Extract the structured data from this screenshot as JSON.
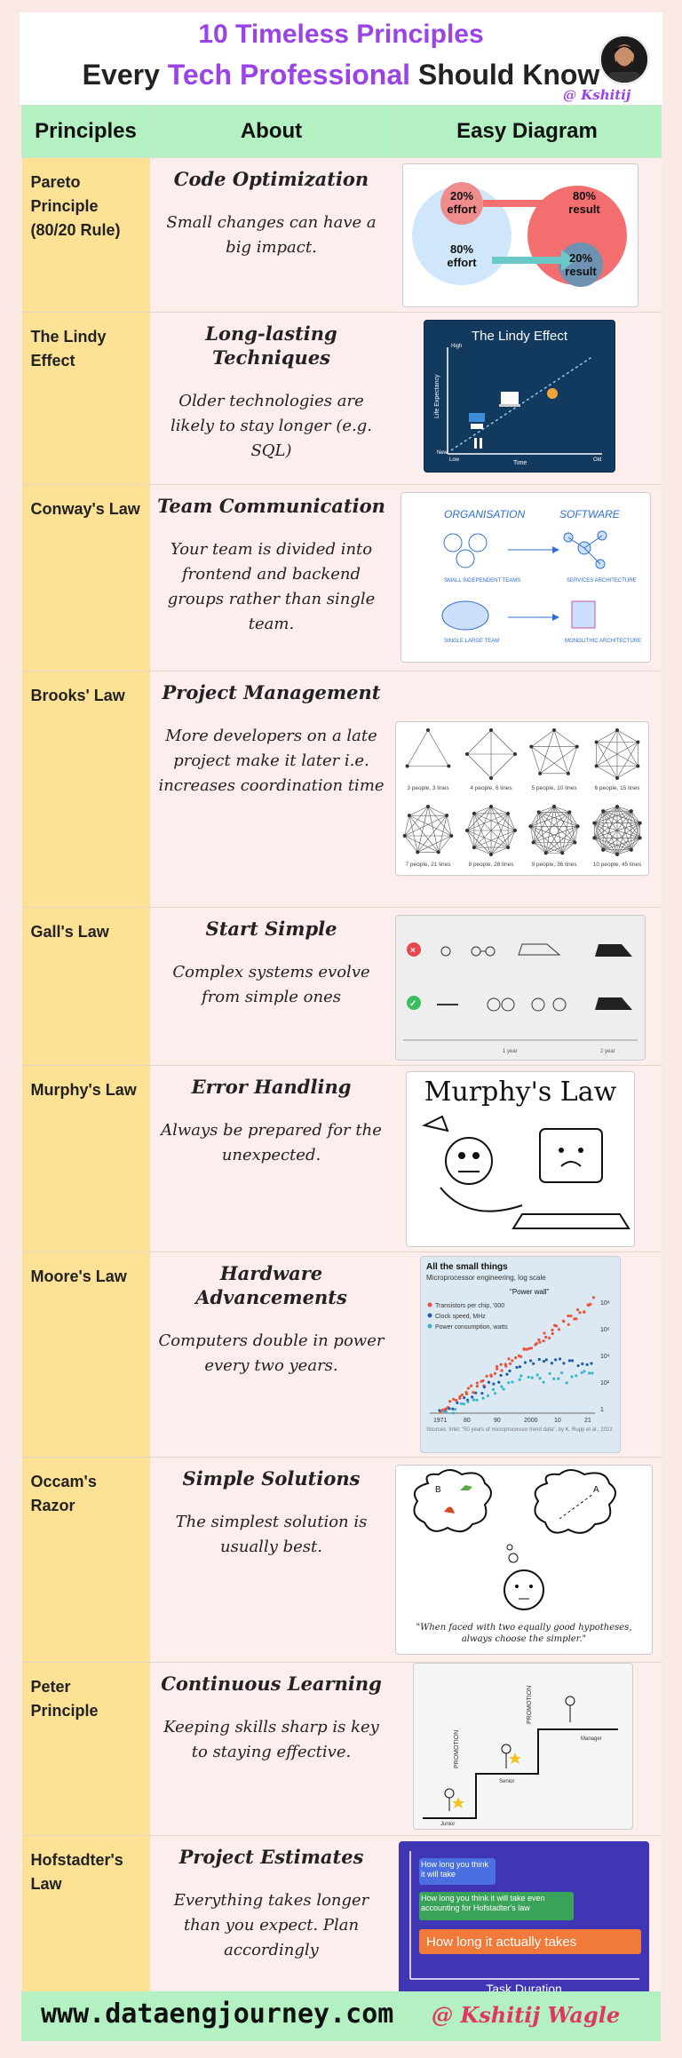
{
  "header": {
    "title_line1": "10 Timeless Principles",
    "title_part_a": "Every ",
    "title_part_accent": "Tech Professional",
    "title_part_b": " Should Know",
    "handle": "@ Kshitij Wagle"
  },
  "table": {
    "col_principles": "Principles",
    "col_about": "About",
    "col_diagram": "Easy Diagram"
  },
  "rows": [
    {
      "principle": "Pareto Principle (80/20 Rule)",
      "title": "Code Optimization",
      "desc": "Small changes can have a big impact."
    },
    {
      "principle": "The Lindy Effect",
      "title": "Long-lasting Techniques",
      "desc": "Older technologies are likely to stay longer (e.g. SQL)"
    },
    {
      "principle": "Conway's Law",
      "title": "Team Communication",
      "desc": "Your team is divided into frontend and backend groups rather than single team."
    },
    {
      "principle": "Brooks' Law",
      "title": "Project Management",
      "desc": "More developers on a late project make it later i.e. increases coordination time"
    },
    {
      "principle": "Gall's Law",
      "title": "Start Simple",
      "desc": "Complex systems evolve from simple ones"
    },
    {
      "principle": "Murphy's Law",
      "title": "Error Handling",
      "desc": "Always be prepared for the unexpected."
    },
    {
      "principle": "Moore's Law",
      "title": "Hardware Advancements",
      "desc": "Computers double in power every two years."
    },
    {
      "principle": "Occam's Razor",
      "title": "Simple Solutions",
      "desc": "The simplest solution is usually best."
    },
    {
      "principle": "Peter Principle",
      "title": "Continuous Learning",
      "desc": "Keeping skills sharp is key to staying effective."
    },
    {
      "principle": "Hofstadter's Law",
      "title": "Project Estimates",
      "desc": "Everything takes longer than you expect. Plan accordingly"
    }
  ],
  "pareto": {
    "a": "20%",
    "a2": "effort",
    "b": "80%",
    "b2": "result",
    "c": "80%",
    "c2": "effort",
    "d": "20%",
    "d2": "result"
  },
  "lindy": {
    "title": "The Lindy Effect",
    "high": "High",
    "ylabel": "Life Expectancy",
    "new": "New",
    "low": "Low",
    "time": "Time",
    "old": "Old"
  },
  "conway": {
    "org": "ORGANISATION",
    "soft": "SOFTWARE",
    "teams": "SMALL INDEPENDENT TEAMS",
    "services": "SERVICES ARCHITECTURE",
    "single": "SINGLE LARGE TEAM",
    "mono": "MONOLITHIC ARCHITECTURE"
  },
  "brooks": {
    "labels": [
      "3 people, 3 lines",
      "4 people, 6 lines",
      "5 people, 10 lines",
      "6 people, 15 lines",
      "7 people, 21 lines",
      "8 people, 28 lines",
      "9 people, 36 lines",
      "10 people, 45 lines"
    ]
  },
  "gall": {
    "year1": "1 year",
    "year2": "2 year"
  },
  "murphy": {
    "title": "Murphy's Law"
  },
  "moore": {
    "title": "All the small things",
    "subtitle": "Microprocessor engineering, log scale",
    "wall": "\"Power wall\"",
    "legend1": "Transistors per chip, '000",
    "legend2": "Clock speed, MHz",
    "legend3": "Power consumption, watts",
    "x_ticks": [
      "1971",
      "80",
      "90",
      "2000",
      "10",
      "21"
    ],
    "y_ticks": [
      "10⁸",
      "10⁶",
      "10⁴",
      "10²",
      "1"
    ],
    "source": "Sources: Intel; \"50 years of microprocessor trend data\", by K. Rupp et al., 2022"
  },
  "occam": {
    "quote": "\"When faced with two equally good hypotheses, always choose the simpler.\"",
    "a": "A",
    "b": "B"
  },
  "peter": {
    "junior": "Junior",
    "senior": "Senior",
    "manager": "Manager",
    "promotion": "PROMOTION"
  },
  "hof": {
    "box1": "How long you think it will take",
    "box2": "How long you think it will take even accounting for Hofstadter's law",
    "box3": "How long it actually takes",
    "axis": "Task Duration"
  },
  "footer": {
    "site": "www.dataengjourney.com",
    "handle": "@ Kshitij Wagle"
  },
  "colors": {
    "accent": "#9a43e6",
    "header_green": "#b3f0c2",
    "name_col": "#fde296",
    "body_col": "#fdeeed"
  }
}
